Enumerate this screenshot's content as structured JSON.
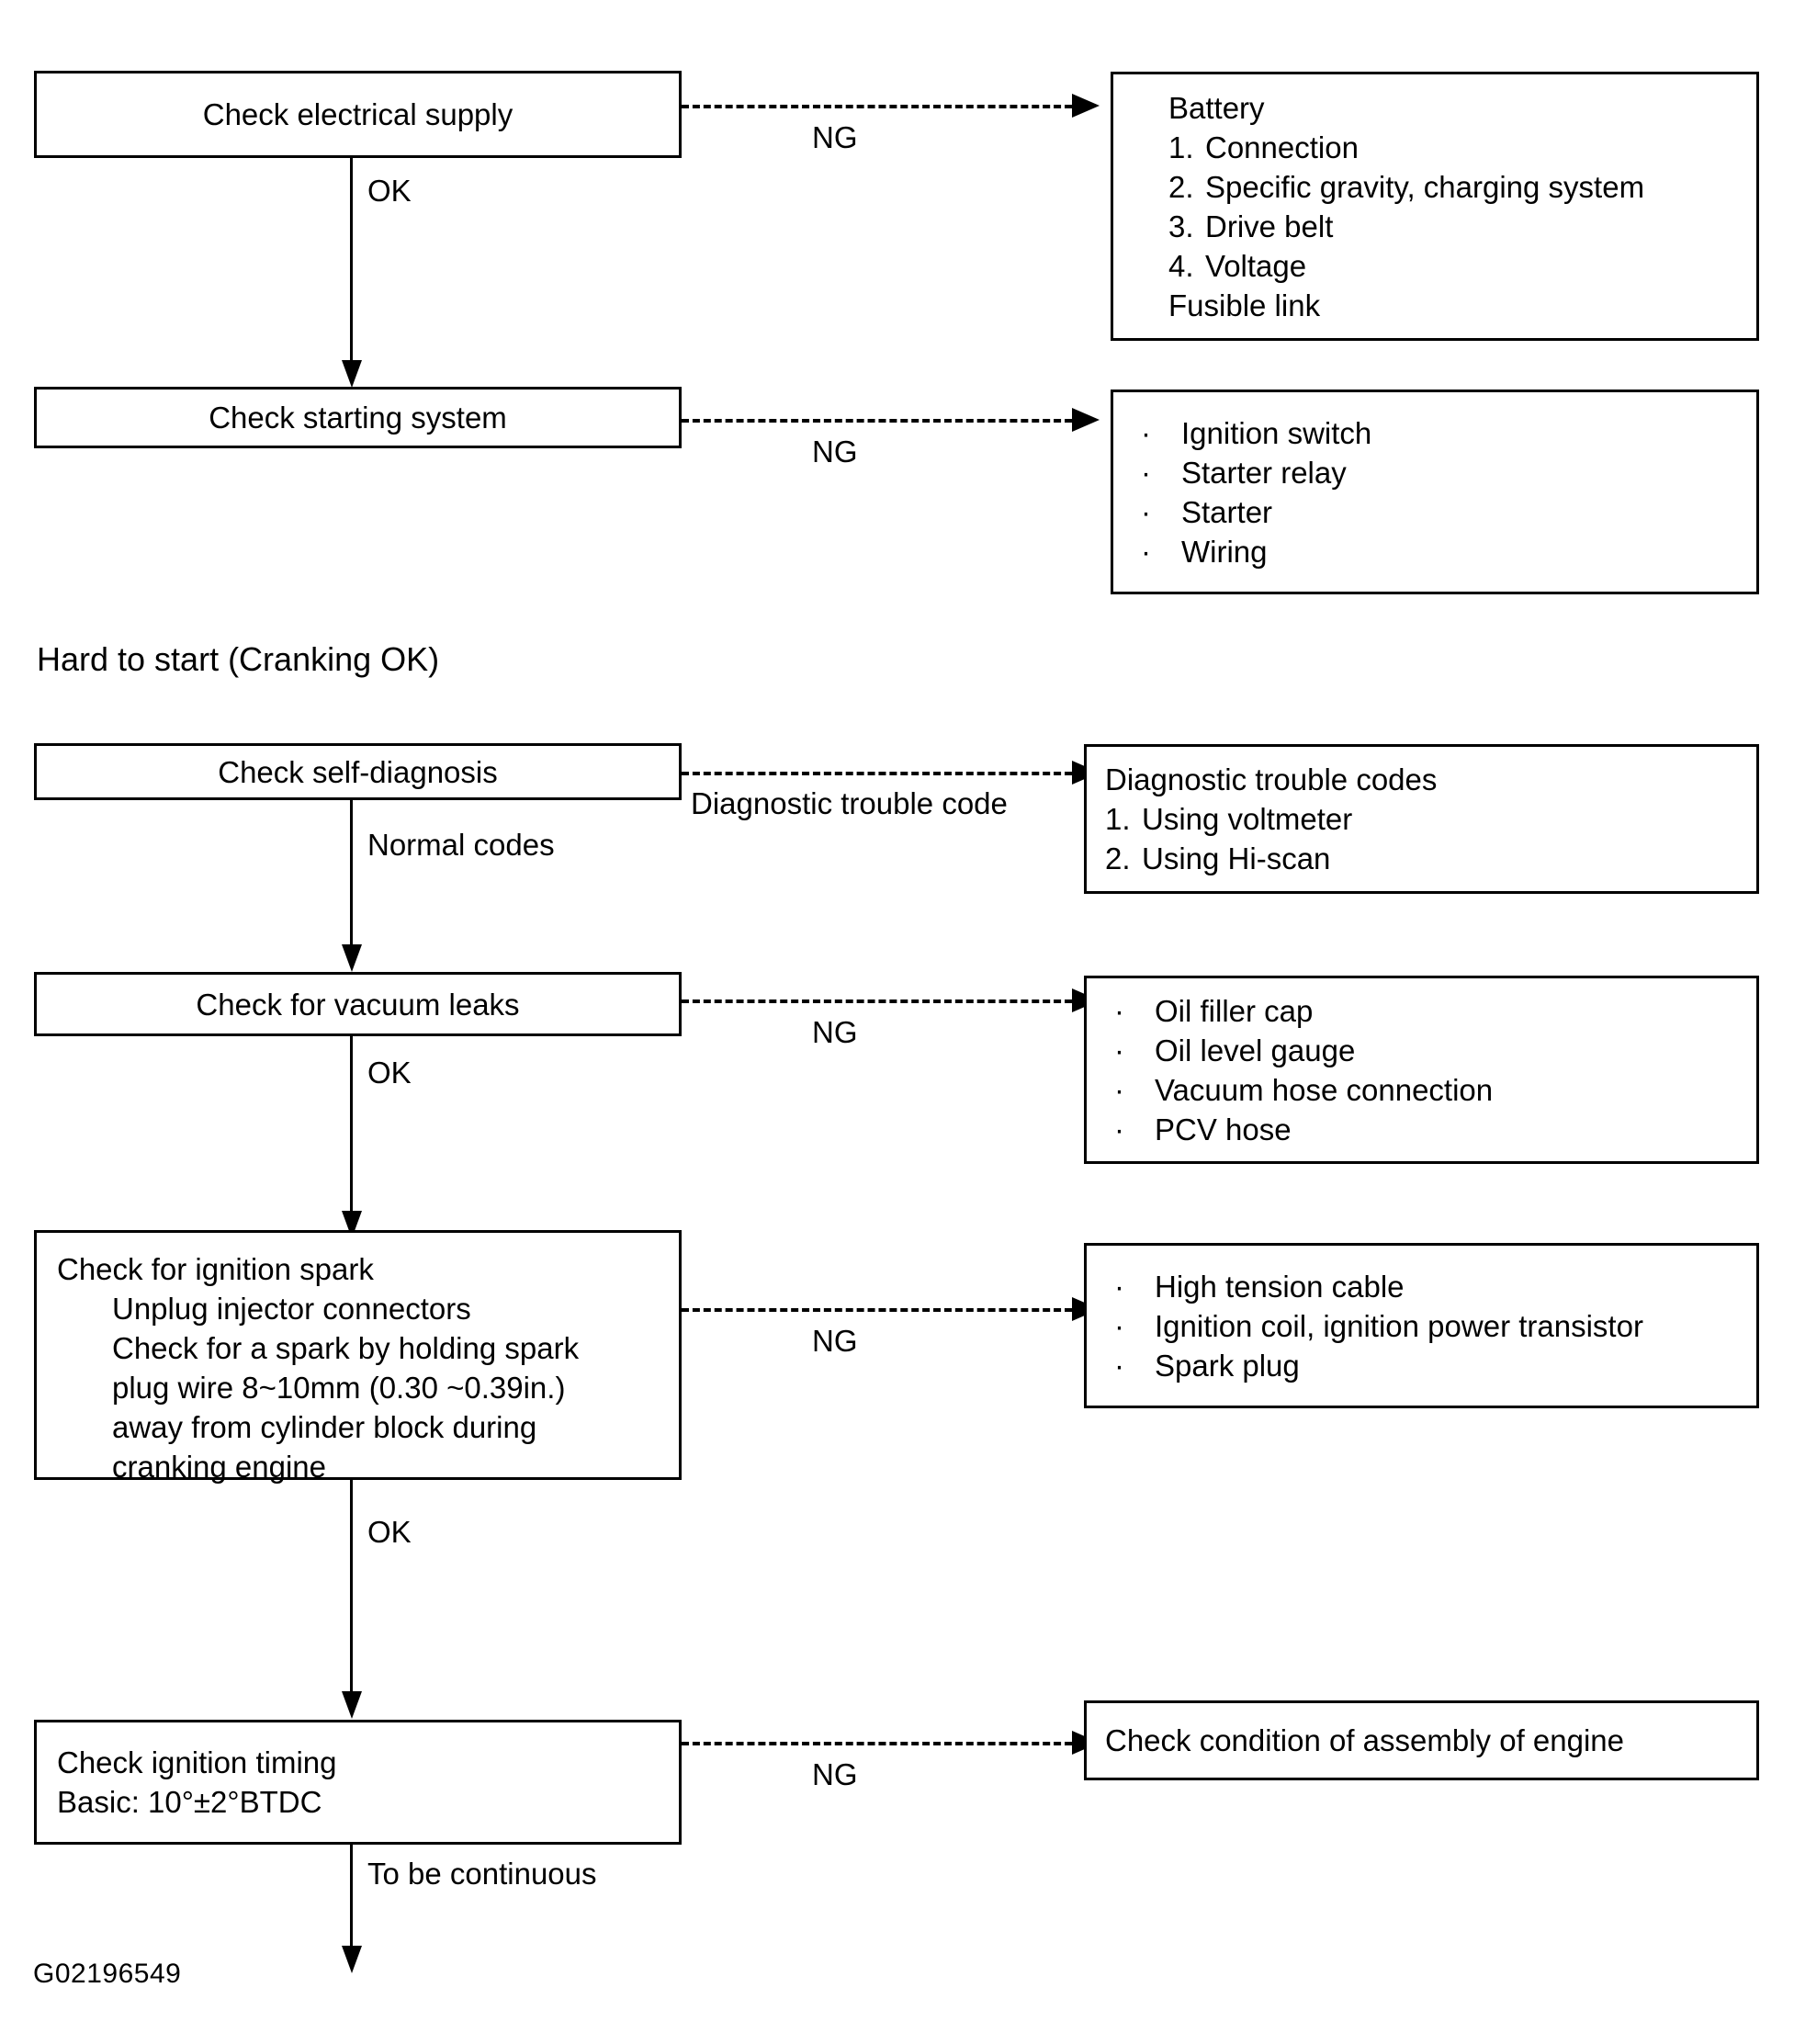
{
  "diagram": {
    "figure_code": "G02196549",
    "section_heading": "Hard to start (Cranking OK)",
    "flow_top": {
      "steps": [
        {
          "id": "check-electrical-supply",
          "label": "Check electrical supply",
          "down_label": "OK",
          "branch_label": "NG"
        },
        {
          "id": "check-starting-system",
          "label": "Check starting system",
          "branch_label": "NG"
        }
      ],
      "results": [
        {
          "id": "battery-result",
          "title": "Battery",
          "items": [
            {
              "marker": "1.",
              "text": "Connection"
            },
            {
              "marker": "2.",
              "text": "Specific gravity, charging system"
            },
            {
              "marker": "3.",
              "text": "Drive belt"
            },
            {
              "marker": "4.",
              "text": "Voltage"
            }
          ],
          "footer": "Fusible link"
        },
        {
          "id": "starting-system-result",
          "items": [
            {
              "marker": "·",
              "text": "Ignition switch"
            },
            {
              "marker": "·",
              "text": "Starter relay"
            },
            {
              "marker": "·",
              "text": "Starter"
            },
            {
              "marker": "·",
              "text": "Wiring"
            }
          ]
        }
      ]
    },
    "flow_bottom": {
      "steps": [
        {
          "id": "check-self-diagnosis",
          "label": "Check self-diagnosis",
          "down_label": "Normal codes",
          "branch_label": "Diagnostic trouble code"
        },
        {
          "id": "check-vacuum-leaks",
          "label": "Check for vacuum leaks",
          "down_label": "OK",
          "branch_label": "NG"
        },
        {
          "id": "check-ignition-spark",
          "title": "Check for ignition spark",
          "body_lines": [
            "Unplug injector connectors",
            "Check for a spark by holding spark",
            "plug wire 8~10mm (0.30 ~0.39in.)",
            "away from cylinder block during",
            "cranking engine"
          ],
          "down_label": "OK",
          "branch_label": "NG"
        },
        {
          "id": "check-ignition-timing",
          "line1": "Check ignition timing",
          "line2": "Basic: 10°±2°BTDC",
          "down_label": "To be continuous",
          "branch_label": "NG"
        }
      ],
      "results": [
        {
          "id": "diagnostic-trouble-codes-result",
          "title": "Diagnostic trouble codes",
          "items": [
            {
              "marker": "1.",
              "text": "Using voltmeter"
            },
            {
              "marker": "2.",
              "text": "Using Hi-scan"
            }
          ]
        },
        {
          "id": "vacuum-leaks-result",
          "items": [
            {
              "marker": "·",
              "text": "Oil filler cap"
            },
            {
              "marker": "·",
              "text": "Oil level gauge"
            },
            {
              "marker": "·",
              "text": "Vacuum hose connection"
            },
            {
              "marker": "·",
              "text": "PCV hose"
            }
          ]
        },
        {
          "id": "ignition-spark-result",
          "items": [
            {
              "marker": "·",
              "text": "High tension cable"
            },
            {
              "marker": "·",
              "text": "Ignition coil, ignition power transistor"
            },
            {
              "marker": "·",
              "text": "Spark plug"
            }
          ]
        },
        {
          "id": "engine-assembly-result",
          "label": "Check condition of assembly of engine"
        }
      ]
    },
    "colors": {
      "ink": "#000000",
      "paper": "#ffffff"
    }
  }
}
